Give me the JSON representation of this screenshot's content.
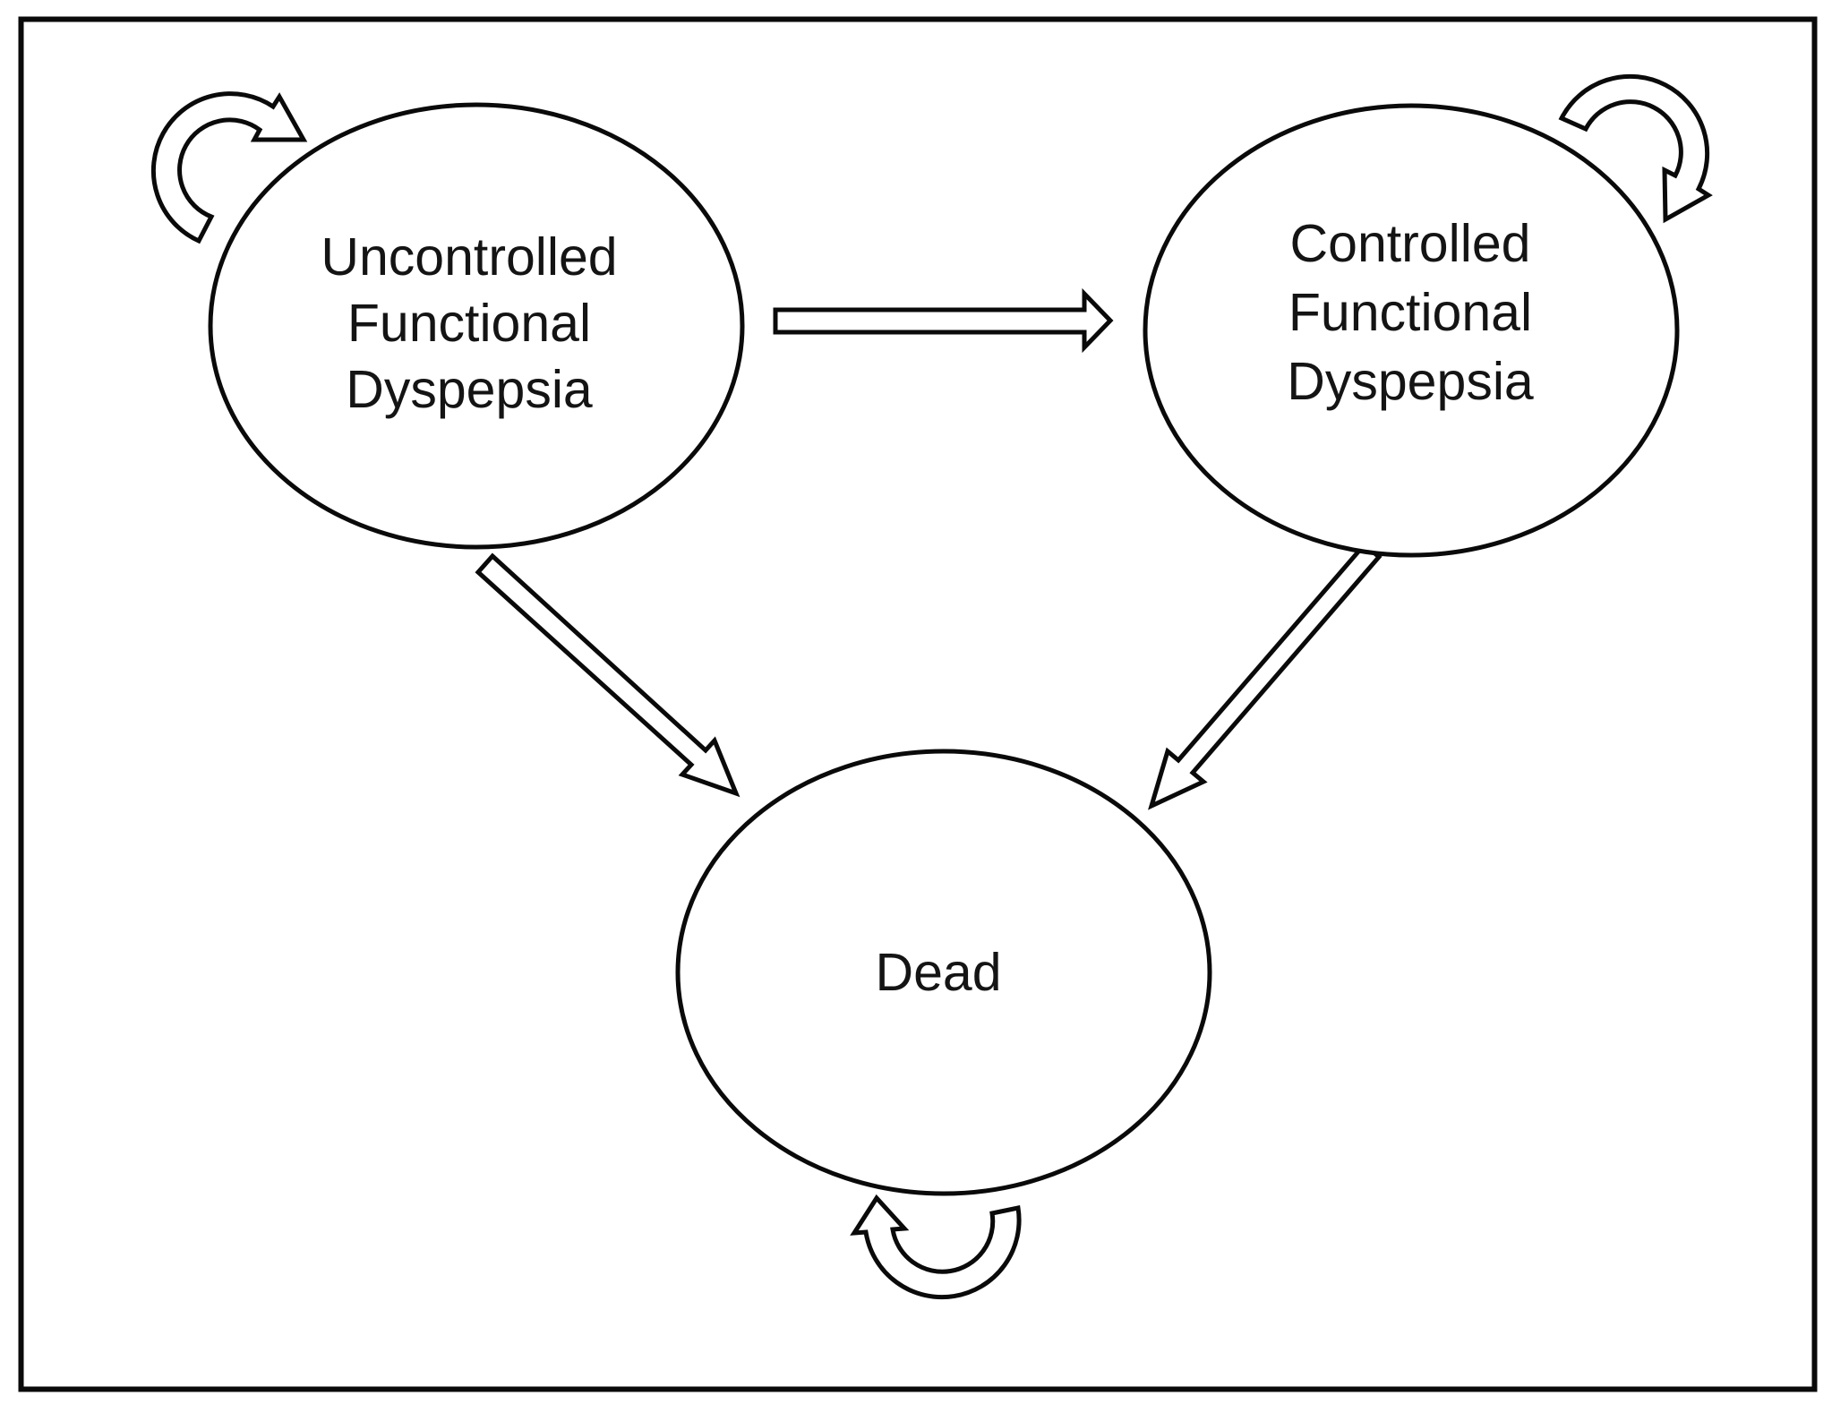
{
  "diagram": {
    "type": "state-transition-diagram",
    "background_color": "#ffffff",
    "stroke_color": "#0a0a0a",
    "node_fill_color": "#ffffff",
    "nodes": [
      {
        "id": "uncontrolled",
        "label": "Uncontrolled Functional Dyspepsia",
        "lines": [
          "Uncontrolled",
          "Functional",
          "Dyspepsia"
        ]
      },
      {
        "id": "controlled",
        "label": "Controlled Functional Dyspepsia",
        "lines": [
          "Controlled",
          "Functional",
          "Dyspepsia"
        ]
      },
      {
        "id": "dead",
        "label": "Dead",
        "lines": [
          "Dead"
        ]
      }
    ],
    "edges": [
      {
        "from": "uncontrolled",
        "to": "uncontrolled",
        "type": "self-loop"
      },
      {
        "from": "controlled",
        "to": "controlled",
        "type": "self-loop"
      },
      {
        "from": "dead",
        "to": "dead",
        "type": "self-loop"
      },
      {
        "from": "uncontrolled",
        "to": "controlled",
        "type": "transition"
      },
      {
        "from": "uncontrolled",
        "to": "dead",
        "type": "transition"
      },
      {
        "from": "controlled",
        "to": "dead",
        "type": "transition"
      }
    ]
  }
}
